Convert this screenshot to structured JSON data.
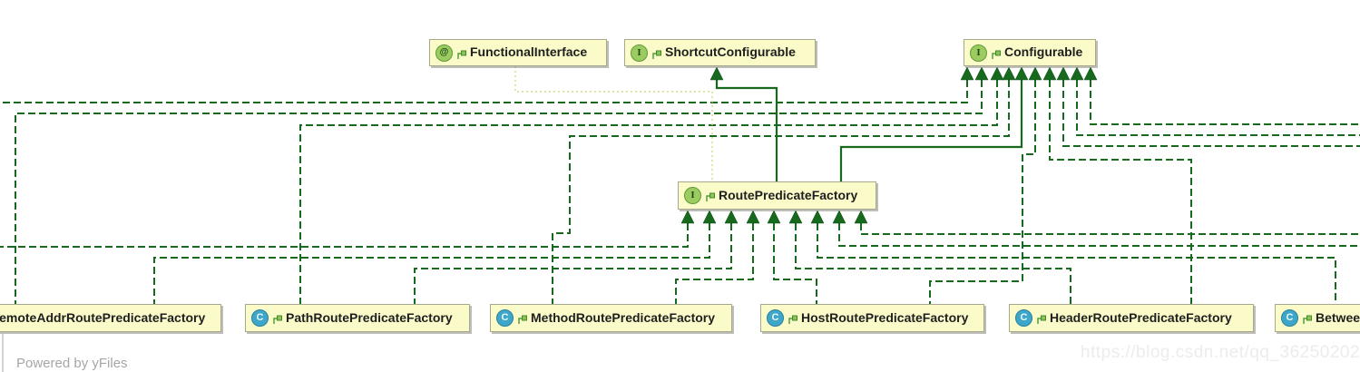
{
  "diagram": {
    "nodes": {
      "functional_interface": {
        "label": "FunctionalInterface",
        "type": "annotation",
        "icon_letter": "@"
      },
      "shortcut_configurable": {
        "label": "ShortcutConfigurable",
        "type": "interface",
        "icon_letter": "I"
      },
      "configurable": {
        "label": "Configurable",
        "type": "interface",
        "icon_letter": "I"
      },
      "route_predicate_factory": {
        "label": "RoutePredicateFactory",
        "type": "interface",
        "icon_letter": "I"
      },
      "remote_addr": {
        "label": "RemoteAddrRoutePredicateFactory",
        "type": "class",
        "icon_letter": "C"
      },
      "path": {
        "label": "PathRoutePredicateFactory",
        "type": "class",
        "icon_letter": "C"
      },
      "method": {
        "label": "MethodRoutePredicateFactory",
        "type": "class",
        "icon_letter": "C"
      },
      "host": {
        "label": "HostRoutePredicateFactory",
        "type": "class",
        "icon_letter": "C"
      },
      "header": {
        "label": "HeaderRoutePredicateFactory",
        "type": "class",
        "icon_letter": "C"
      },
      "between": {
        "label": "BetweenRoutePredicateFactory",
        "type": "class",
        "icon_letter": "C"
      }
    },
    "colors": {
      "node_fill": "#fbfbc9",
      "node_border": "#a8a88f",
      "edge_green": "#176a1d",
      "annotation_edge": "#d9d98a",
      "interface_icon": "#9ccb62",
      "class_icon": "#3ea6c8"
    },
    "watermark": "https://blog.csdn.net/qq_36250202",
    "footer": {
      "powered_by": "Powered by yFiles"
    }
  }
}
